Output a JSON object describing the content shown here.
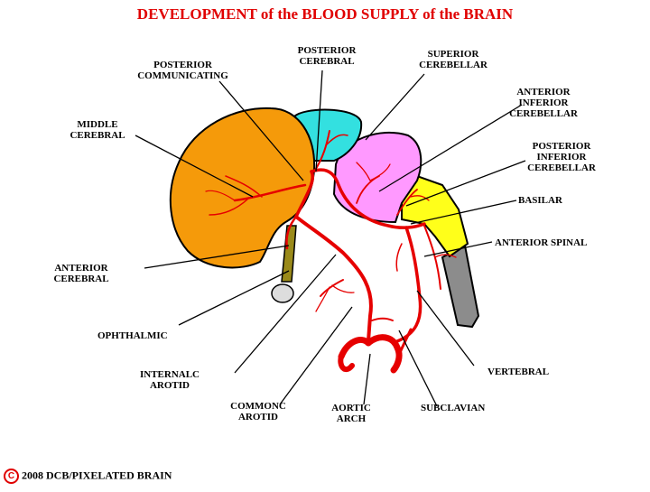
{
  "title": "DEVELOPMENT of the BLOOD SUPPLY of the BRAIN",
  "labels": {
    "posterior_communicating": [
      "POSTERIOR",
      "COMMUNICATING"
    ],
    "posterior_cerebral": [
      "POSTERIOR",
      "CEREBRAL"
    ],
    "superior_cerebellar": [
      "SUPERIOR",
      "CEREBELLAR"
    ],
    "anterior_inferior_cerebellar": [
      "ANTERIOR",
      "INFERIOR",
      "CEREBELLAR"
    ],
    "middle_cerebral": [
      "MIDDLE",
      "CEREBRAL"
    ],
    "posterior_inferior_cerebellar": [
      "POSTERIOR",
      "INFERIOR",
      "CEREBELLAR"
    ],
    "basilar": [
      "BASILAR"
    ],
    "anterior_spinal": [
      "ANTERIOR SPINAL"
    ],
    "anterior_cerebral": [
      "ANTERIOR",
      "CEREBRAL"
    ],
    "ophthalmic": [
      "OPHTHALMIC"
    ],
    "vertebral": [
      "VERTEBRAL"
    ],
    "internal_carotid": [
      "INTERNALC",
      "AROTID"
    ],
    "common_carotid": [
      "COMMONC",
      "AROTID"
    ],
    "aortic_arch": [
      "AORTIC",
      "ARCH"
    ],
    "subclavian": [
      "SUBCLAVIAN"
    ]
  },
  "footer": {
    "copyright_symbol": "C",
    "text": "2008  DCB/PIXELATED BRAIN"
  },
  "colors": {
    "title": "#e00000",
    "cerebrum": "#f59a0a",
    "midbrain": "#33e0e0",
    "cerebellum": "#ff99ff",
    "medulla": "#ffff1a",
    "spinal_cord": "#8c8c8c",
    "artery": "#e60000"
  }
}
